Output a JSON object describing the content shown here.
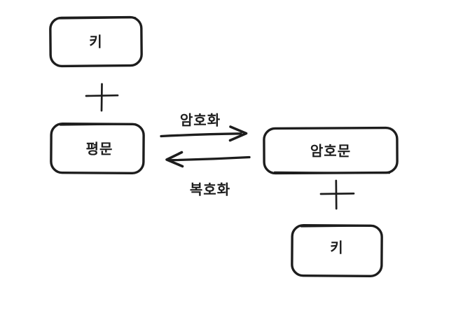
{
  "diagram": {
    "type": "flow-diagram",
    "topic": "symmetric encryption / decryption",
    "colors": {
      "stroke": "#1d1d1d",
      "canvas_background": "#ffffff"
    },
    "nodes": [
      {
        "id": "key-top",
        "label": "키",
        "shape": "rounded-rectangle"
      },
      {
        "id": "plaintext",
        "label": "평문",
        "shape": "rounded-rectangle"
      },
      {
        "id": "ciphertext",
        "label": "암호문",
        "shape": "rounded-rectangle"
      },
      {
        "id": "key-bottom",
        "label": "키",
        "shape": "rounded-rectangle"
      }
    ],
    "operators": [
      {
        "id": "plus-left",
        "symbol": "+",
        "icon": "plus-icon",
        "between": [
          "키",
          "평문"
        ]
      },
      {
        "id": "plus-right",
        "symbol": "+",
        "icon": "plus-icon",
        "between": [
          "암호문",
          "키"
        ]
      }
    ],
    "edges": [
      {
        "id": "encrypt",
        "label": "암호화",
        "from": "평문",
        "to": "암호문",
        "direction": "right"
      },
      {
        "id": "decrypt",
        "label": "복호화",
        "from": "암호문",
        "to": "평문",
        "direction": "left"
      }
    ]
  }
}
